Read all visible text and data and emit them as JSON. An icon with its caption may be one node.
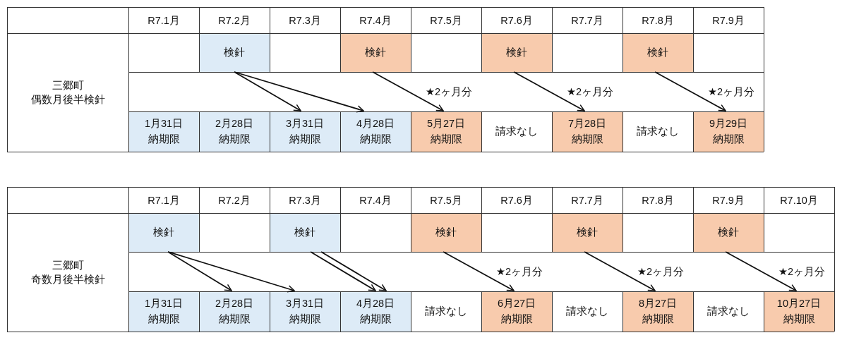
{
  "diagram": {
    "nodes": [
      {
        "text": [
          "検針"
        ]
      },
      {
        "text": [
          "検針"
        ]
      },
      {
        "text": [
          "検針"
        ]
      },
      {
        "text": [
          "検針"
        ]
      },
      {
        "text": [
          "1月31日",
          "納期限"
        ]
      },
      {
        "text": [
          "2月28日",
          "納期限"
        ]
      },
      {
        "text": [
          "3月31日",
          "納期限"
        ]
      },
      {
        "text": [
          "4月28日",
          "納期限"
        ]
      },
      {
        "text": [
          "5月27日",
          "納期限"
        ]
      },
      {
        "text": [
          "請求なし"
        ]
      },
      {
        "text": [
          "7月28日",
          "納期限"
        ]
      },
      {
        "text": [
          "請求なし"
        ]
      },
      {
        "text": [
          "9月29日",
          "納期限"
        ]
      },
      {
        "text": [
          "検針"
        ]
      },
      {
        "text": [
          "検針"
        ]
      },
      {
        "text": [
          "検針"
        ]
      },
      {
        "text": [
          "検針"
        ]
      },
      {
        "text": [
          "検針"
        ]
      },
      {
        "text": [
          "1月31日",
          "納期限"
        ]
      },
      {
        "text": [
          "2月28日",
          "納期限"
        ]
      },
      {
        "text": [
          "3月31日",
          "納期限"
        ]
      },
      {
        "text": [
          "4月28日",
          "納期限"
        ]
      },
      {
        "text": [
          "請求なし"
        ]
      },
      {
        "text": [
          "6月27日",
          "納期限"
        ]
      },
      {
        "text": [
          "請求なし"
        ]
      },
      {
        "text": [
          "8月27日",
          "納期限"
        ]
      },
      {
        "text": [
          "請求なし"
        ]
      },
      {
        "text": [
          "10月27日",
          "納期限"
        ]
      }
    ],
    "edges": [
      {
        "from": 0,
        "to": 6,
        "arrow": "to"
      },
      {
        "from": 0,
        "to": 7,
        "arrow": "to"
      },
      {
        "from": 1,
        "to": 8,
        "arrow": "to",
        "label": "★2ヶ月分"
      },
      {
        "from": 2,
        "to": 10,
        "arrow": "to",
        "label": "★2ヶ月分"
      },
      {
        "from": 3,
        "to": 12,
        "arrow": "to",
        "label": "★2ヶ月分"
      },
      {
        "from": 13,
        "to": 19,
        "arrow": "to"
      },
      {
        "from": 13,
        "to": 20,
        "arrow": "to"
      },
      {
        "from": 14,
        "to": 21,
        "arrow": "to"
      },
      {
        "from": 14,
        "to": 21,
        "arrow": "to"
      },
      {
        "from": 15,
        "to": 23,
        "arrow": "to",
        "label": "★2ヶ月分"
      },
      {
        "from": 16,
        "to": 25,
        "arrow": "to",
        "label": "★2ヶ月分"
      },
      {
        "from": 17,
        "to": 27,
        "arrow": "to",
        "label": "★2ヶ月分"
      }
    ],
    "labels": [
      "R7.1月",
      "R7.2月",
      "R7.3月",
      "R7.4月",
      "R7.5月",
      "R7.6月",
      "R7.7月",
      "R7.8月",
      "R7.9月",
      "三郷町",
      "偶数月後半検針",
      "R7.1月",
      "R7.2月",
      "R7.3月",
      "R7.4月",
      "R7.5月",
      "R7.6月",
      "R7.7月",
      "R7.8月",
      "R7.9月",
      "R7.10月",
      "三郷町",
      "奇数月後半検針"
    ]
  }
}
